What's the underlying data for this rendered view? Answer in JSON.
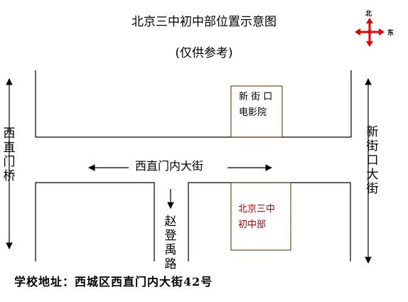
{
  "title": "北京三中初中部位置示意图",
  "subtitle": "(仅供参考)",
  "compass": {
    "north_label": "北",
    "east_label": "东",
    "color": "#e60000"
  },
  "roads": {
    "xizhimen_bridge": "西直门桥",
    "xijiekou_street": "新街口大街",
    "xizhimennei_street": "西直门内大街",
    "zhaodengyu_road": "赵登禹路"
  },
  "landmarks": {
    "cinema": {
      "line1": "新 街 口",
      "line2": "电影院"
    },
    "school": {
      "line1": "北京三中",
      "line2": "初中部",
      "color": "#c00000"
    }
  },
  "address": "学校地址：西城区西直门内大街42号"
}
